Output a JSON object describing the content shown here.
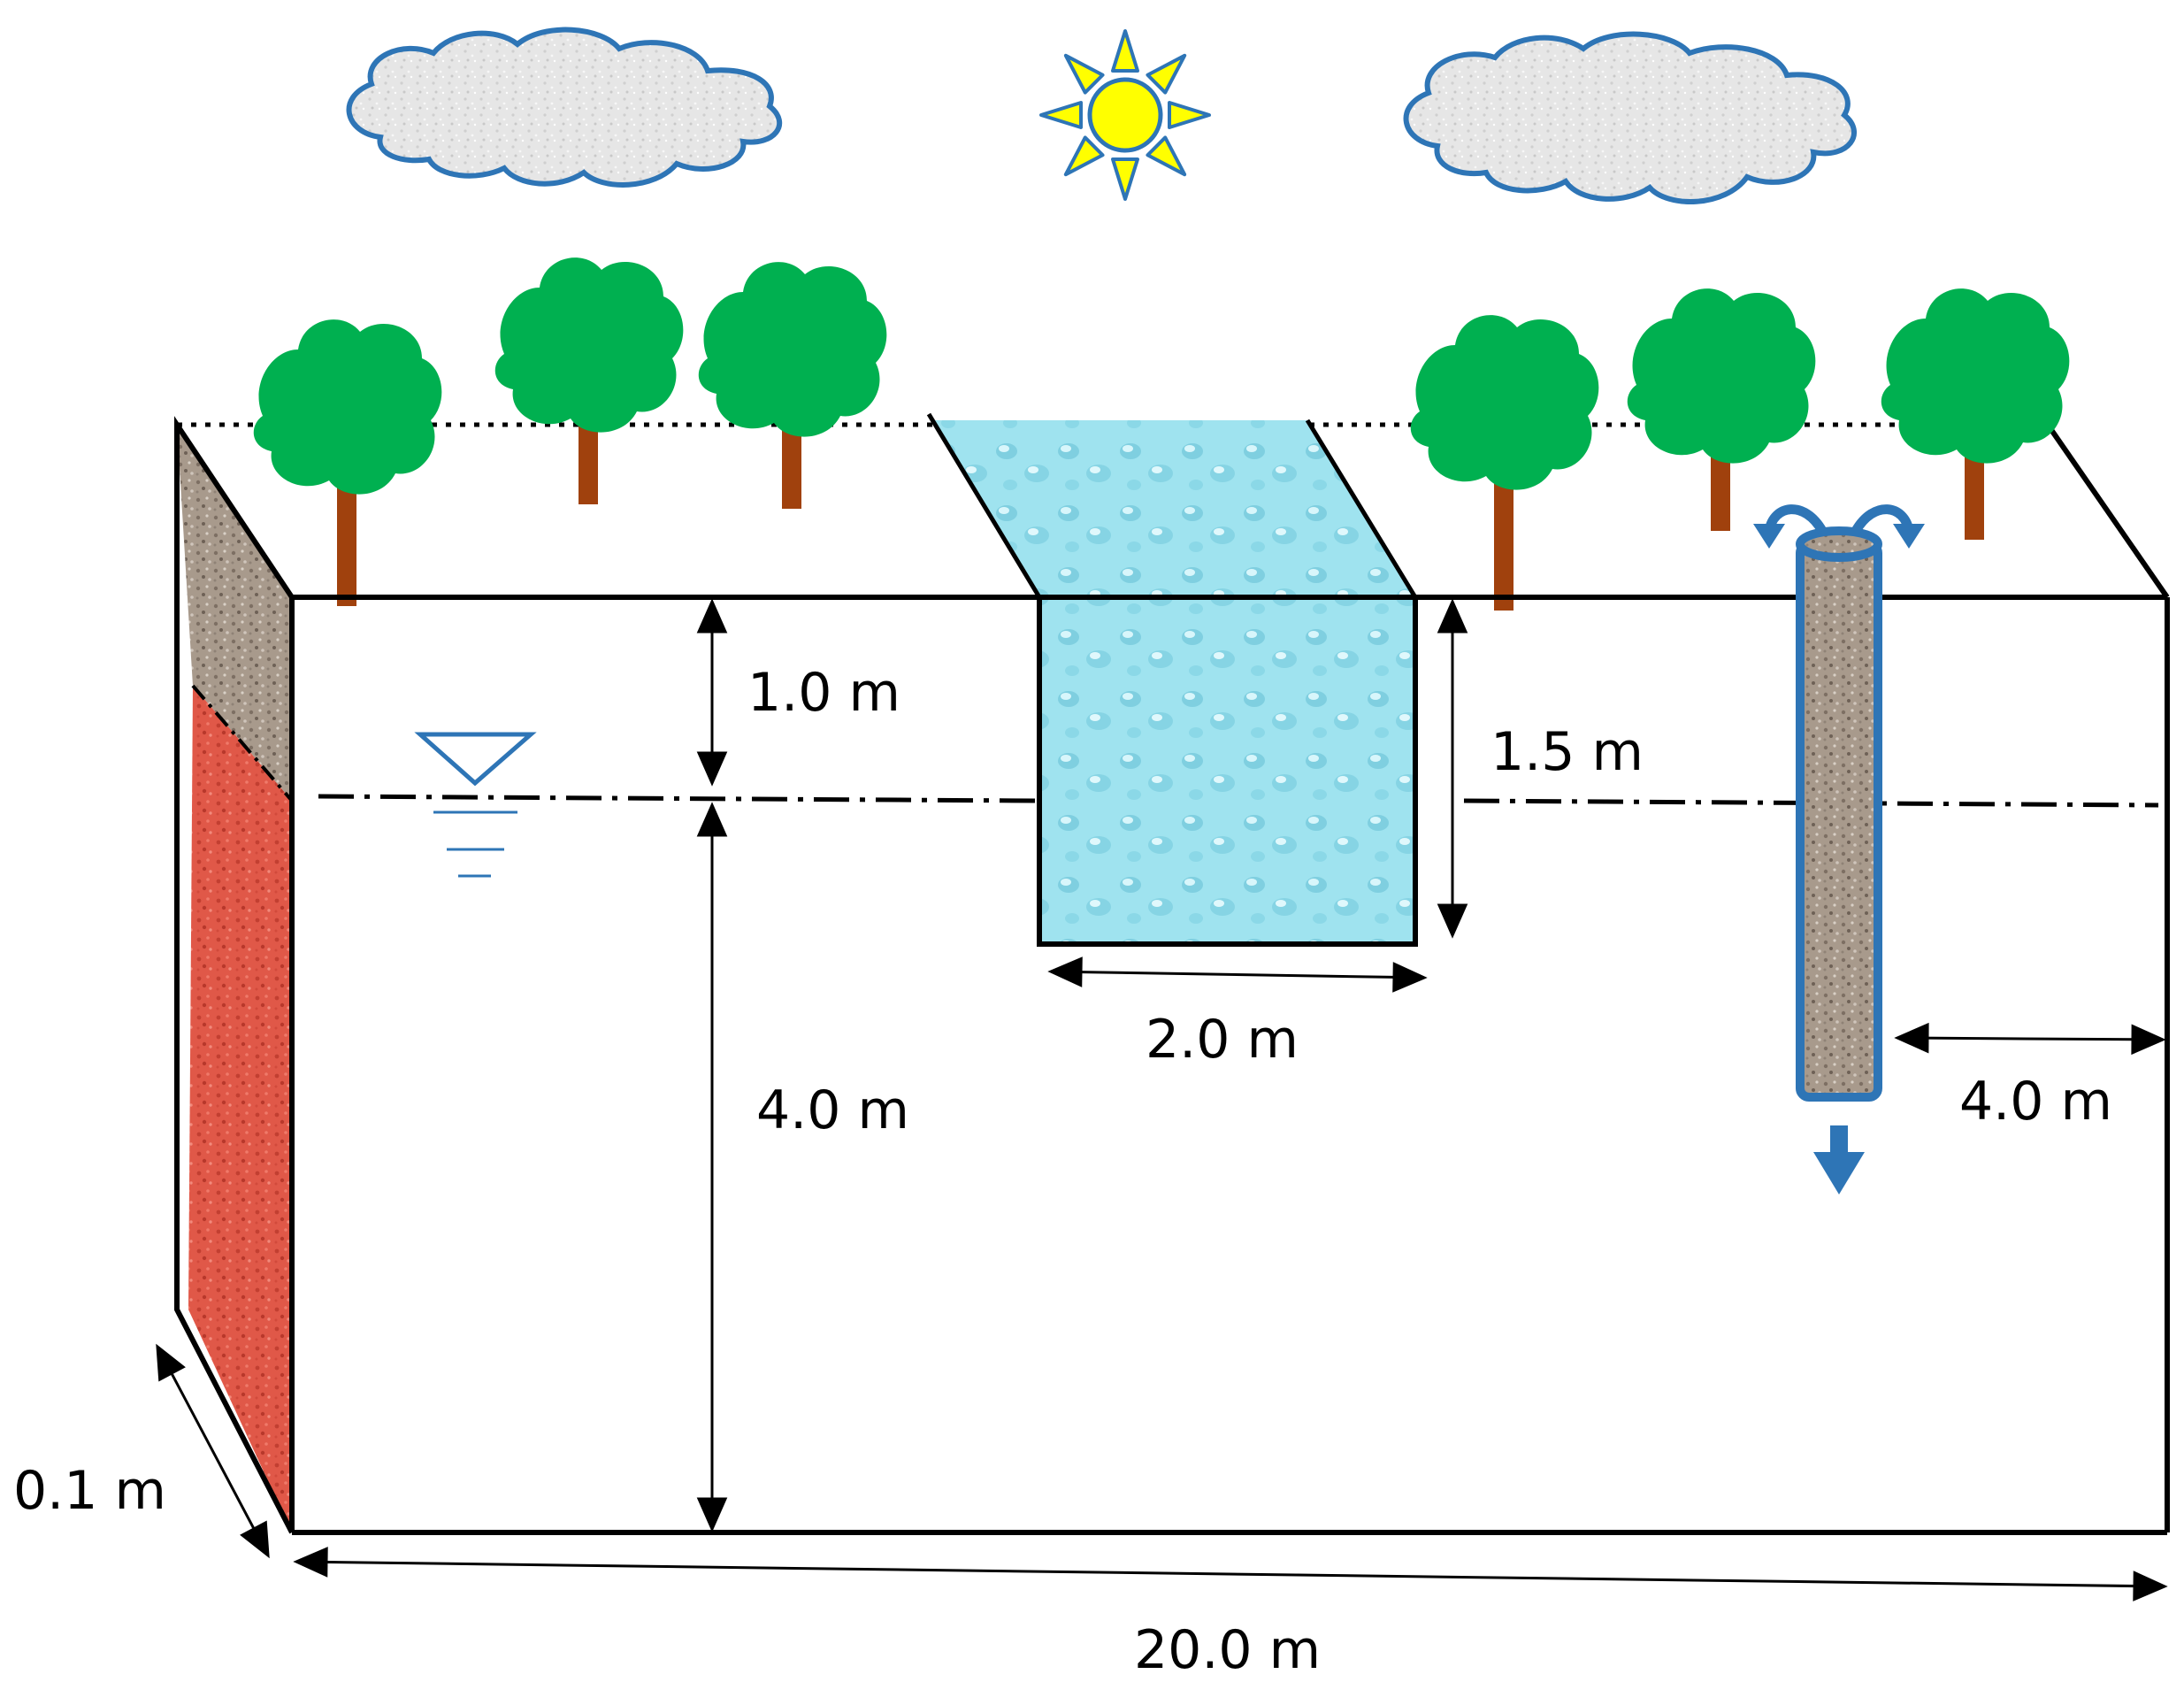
{
  "colors": {
    "outline": "#000000",
    "cloud_fill": "#e6e6e6",
    "cloud_stroke": "#2e75b6",
    "sun_fill": "#ffff00",
    "sun_stroke": "#2e75b6",
    "tree_canopy": "#00b050",
    "tree_trunk": "#a0410d",
    "water": "#9fe3ef",
    "water_stroke": "#000000",
    "soil_top": "#a89a8c",
    "soil_red": "#e05848",
    "well_stroke": "#2e75b6",
    "well_fill": "#a89a8c",
    "water_table_symbol": "#2e75b6"
  },
  "icons": {
    "sun": "sun-icon",
    "cloud": "cloud-icon",
    "tree": "tree-icon",
    "water_table": "water-table-icon",
    "well_arrows": "curved-arrow-icon",
    "down_arrow": "arrow-down-icon"
  },
  "dimensions": {
    "depth_to_water_table": "1.0 m",
    "saturated_thickness": "4.0 m",
    "trench_depth": "1.5 m",
    "trench_width": "2.0 m",
    "well_to_edge": "4.0 m",
    "domain_thickness": "0.1 m",
    "domain_length": "20.0 m"
  }
}
